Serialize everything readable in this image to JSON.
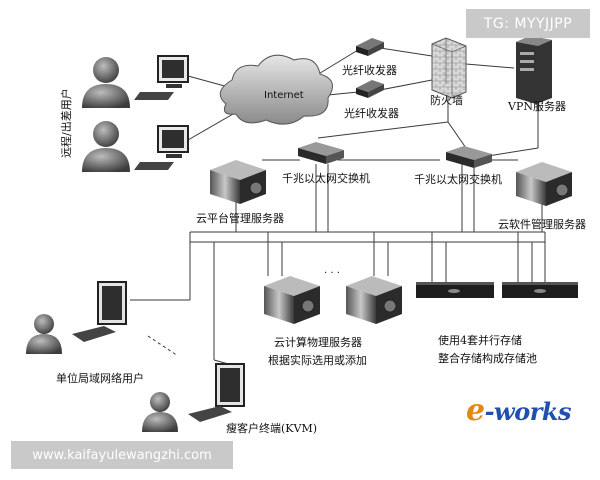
{
  "labels": {
    "remote_users": "远程/出差用户",
    "internet": "Internet",
    "fiber1": "光纤收发器",
    "fiber2": "光纤收发器",
    "firewall": "防火墙",
    "vpn": "VPN服务器",
    "switch1": "千兆以太网交换机",
    "switch2": "千兆以太网交换机",
    "cloud_platform": "云平台管理服务器",
    "cloud_software": "云软件管理服务器",
    "compute_line1": "云计算物理服务器",
    "compute_line2": "根据实际选用或添加",
    "storage_line1": "使用4套并行存储",
    "storage_line2": "整合存储构成存储池",
    "lan_users": "单位局域网络用户",
    "thin_client": "瘦客户终端(KVM)"
  },
  "watermarks": {
    "top": "TG: MYYJJPP",
    "bottom": "www.kaifayulewangzhi.com"
  },
  "logo": {
    "first": "e",
    "rest": "-works"
  },
  "colors": {
    "line": "#3a3a3a",
    "device_dark": "#2b2b2b",
    "device_gray": "#9a9a9a",
    "watermark_bg": "#c9c9c9",
    "logo_blue": "#1f4fb0",
    "logo_orange": "#e08a16"
  }
}
